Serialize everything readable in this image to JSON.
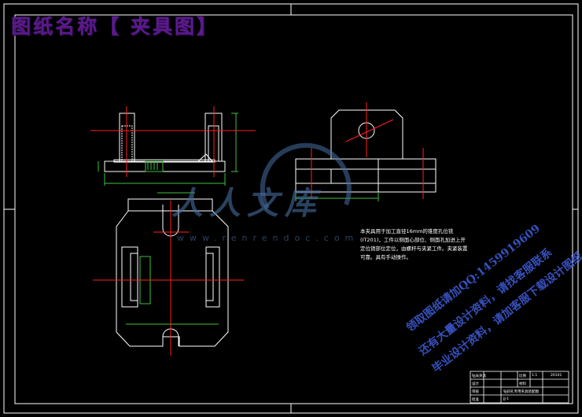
{
  "drawing": {
    "title": "图纸名称【 夹具图】",
    "technical_note": "本夹具用于加工直径16mm的锥度孔位铣(IT201)，工件以侧面心部位、侧面孔加进上开定位销部位定位，由螺杆与夹紧工件。夹紧装置可靠。具有手动操作。"
  },
  "watermark": {
    "brand": "人人文库",
    "url": "www.renrendoc.com"
  },
  "promo_lines": [
    "领取图纸请加QQ:1459919609",
    "还有大量设计资料，请找客服联系",
    "毕业设计资料，请加客服下载设计图纸"
  ],
  "title_block": {
    "row1": [
      "钻床夹具",
      "",
      "比例",
      "1:1",
      "20101"
    ],
    "row2": [
      "设计",
      "",
      "材料",
      "",
      ""
    ],
    "row3": [
      "审核",
      "",
      "",
      "",
      "钻斜孔专用夹具装配图"
    ],
    "row4": [
      "批准",
      "",
      "",
      "",
      "JJ-1"
    ]
  },
  "colors": {
    "background": "#000000",
    "outline": "#ffffff",
    "centerline": "#ff2020",
    "dimension": "#3fbf3f",
    "title": "#5a1a8a",
    "promo": "#3c5ad2"
  }
}
